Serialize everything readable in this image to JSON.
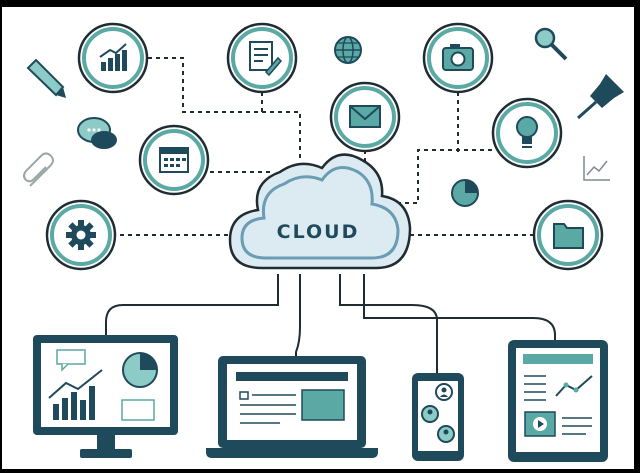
{
  "cloud": {
    "label": "CLOUD"
  },
  "colors": {
    "background": "#ffffff",
    "frame": "#000000",
    "dark": "#1f4a5c",
    "teal": "#5aa9a4",
    "teal_light": "#8ccbc6",
    "cloud_fill": "#dcebf1",
    "cloud_stroke": "#6a9cb3",
    "circle_fill": "#ffffff",
    "circle_stroke": "#2c6470"
  },
  "icons": {
    "circles": [
      "bar-chart-icon",
      "document-edit-icon",
      "calendar-icon",
      "email-icon",
      "camera-icon",
      "lightbulb-icon",
      "gear-icon",
      "folder-icon"
    ],
    "decorative": [
      "pencil-icon",
      "globe-icon",
      "magnifier-icon",
      "pushpin-icon",
      "chat-bubbles-icon",
      "paperclip-icon",
      "pie-chart-icon",
      "line-chart-icon"
    ]
  },
  "devices": [
    "desktop-monitor",
    "laptop",
    "smartphone",
    "tablet"
  ]
}
